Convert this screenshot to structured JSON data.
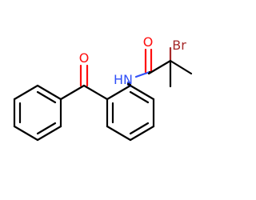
{
  "molecule": {
    "atoms": {
      "o_ketone": {
        "label": "O",
        "color": "#ff0d0d"
      },
      "n_amide": {
        "label": "HN",
        "color": "#3050f8"
      },
      "o_amide": {
        "label": "O",
        "color": "#ff0d0d"
      },
      "br": {
        "label": "Br",
        "color": "#a62929"
      }
    }
  }
}
